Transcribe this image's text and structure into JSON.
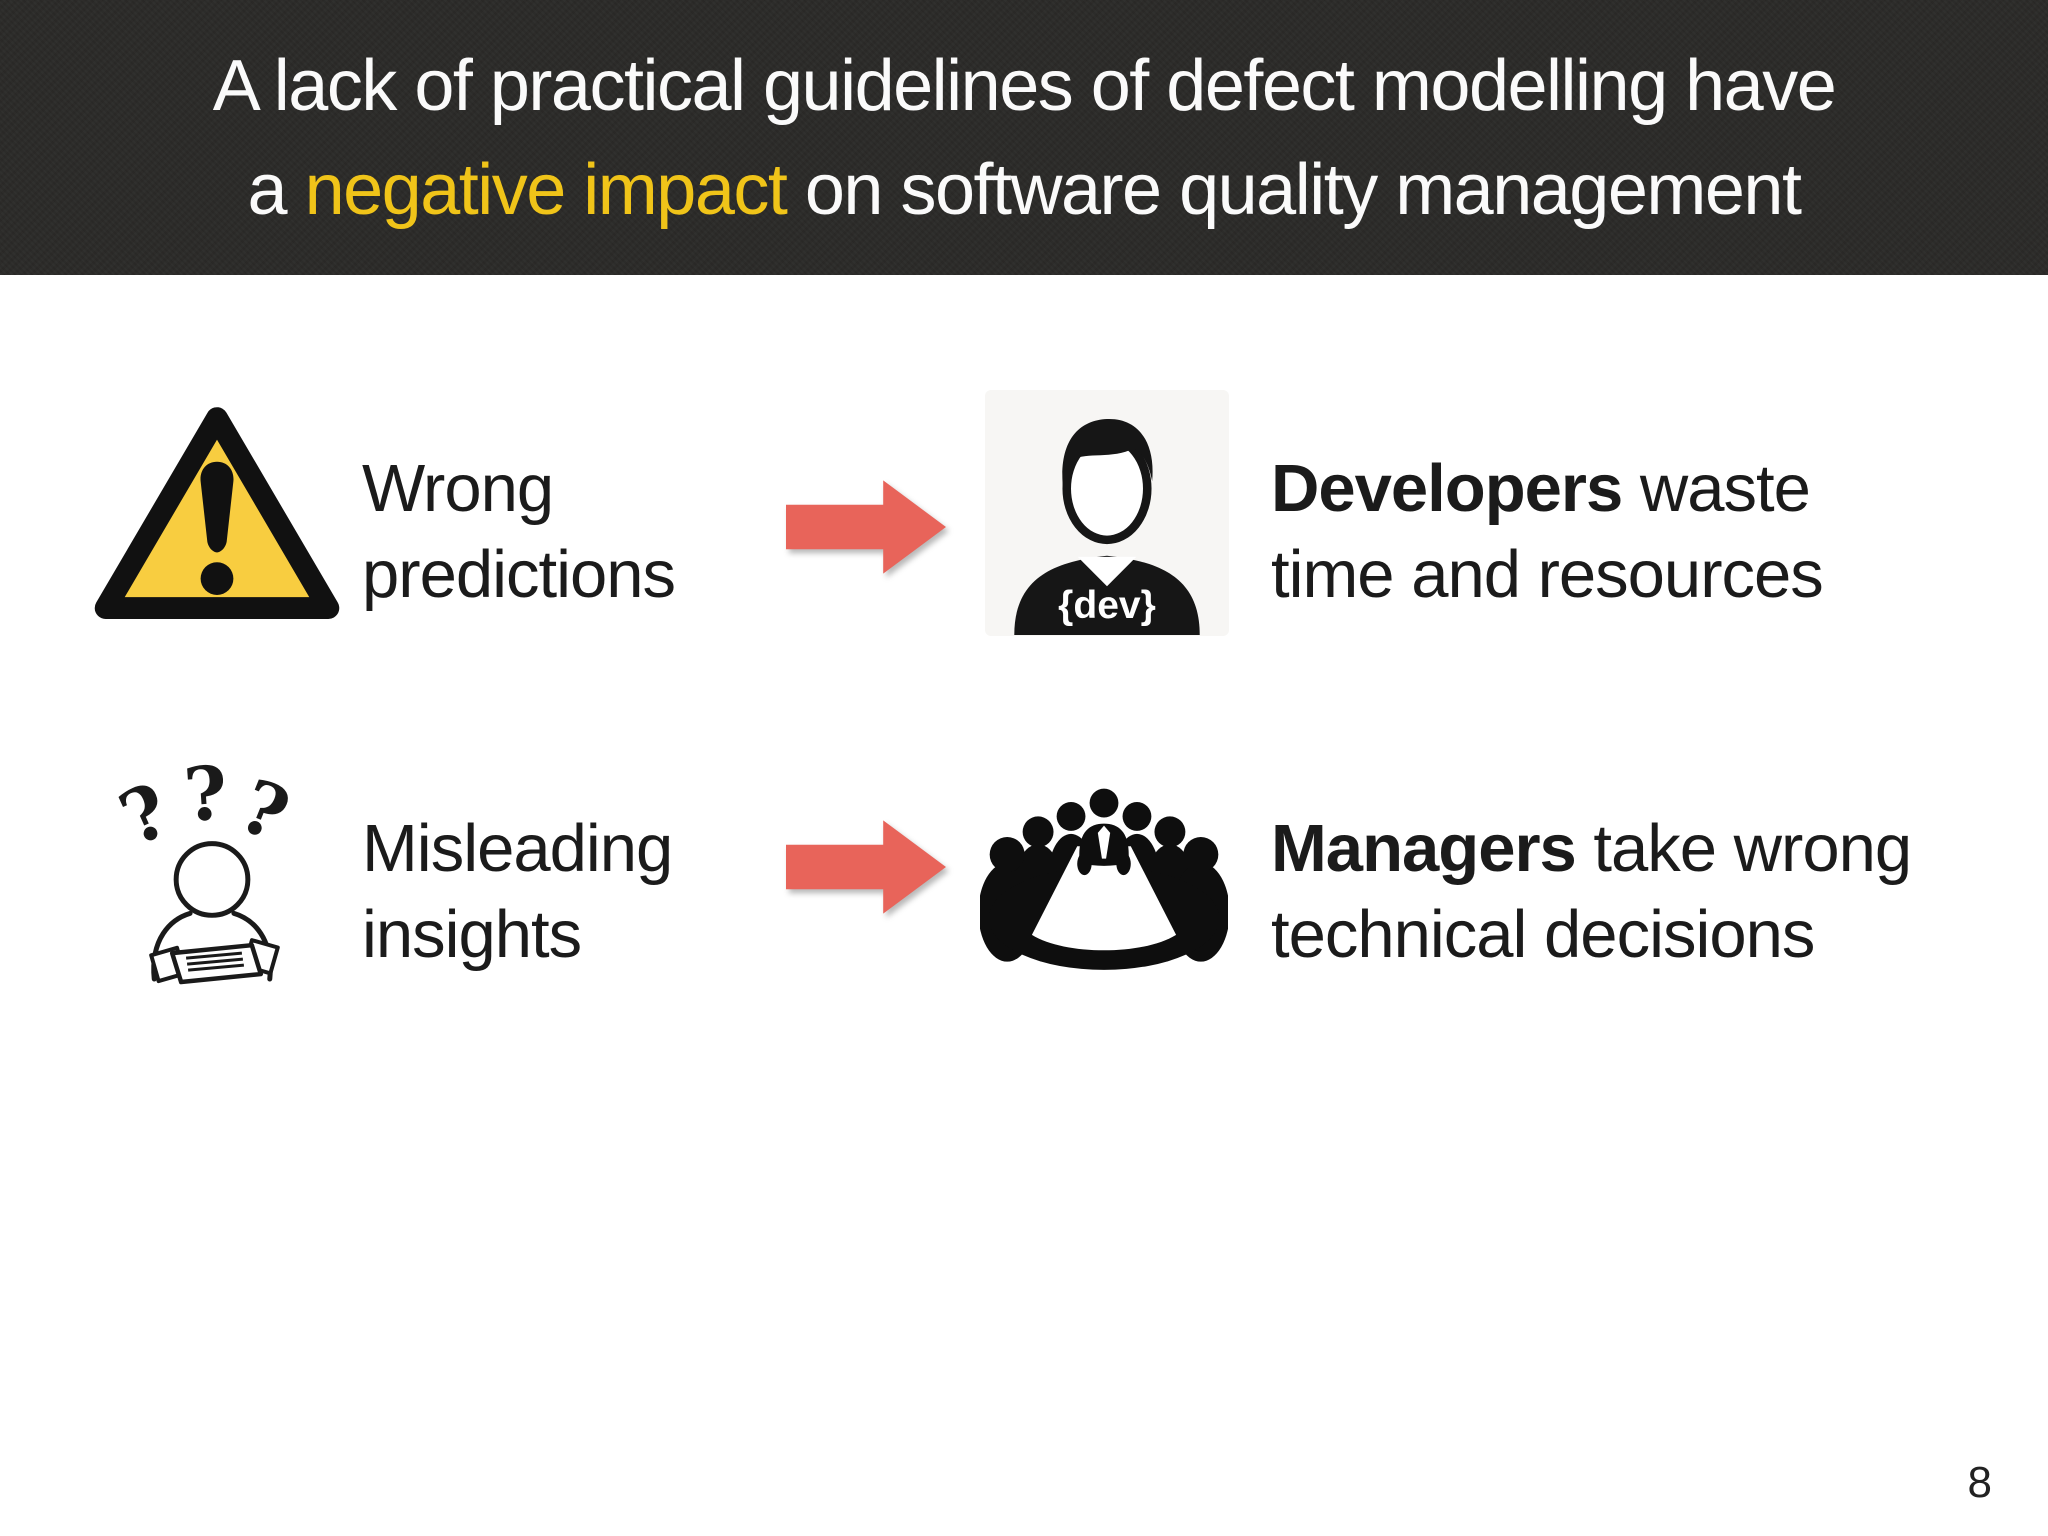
{
  "header": {
    "line1": "A lack of practical guidelines of defect modelling have",
    "line2_pre": "a ",
    "line2_highlight": "negative impact",
    "line2_post": " on software quality management"
  },
  "rows": [
    {
      "cause_icon": "warning-triangle-icon",
      "cause_line1": "Wrong",
      "cause_line2": "predictions",
      "effect_icon": "developer-icon",
      "effect_bold": "Developers",
      "effect_line1_rest": " waste",
      "effect_line2": "time and resources"
    },
    {
      "cause_icon": "confused-person-icon",
      "cause_line1": "Misleading",
      "cause_line2": "insights",
      "effect_icon": "managers-meeting-icon",
      "effect_bold": "Managers",
      "effect_line1_rest": " take wrong",
      "effect_line2": "technical decisions"
    }
  ],
  "icons": {
    "dev_shirt_label": "{dev}",
    "qmark": "?"
  },
  "page_number": "8",
  "colors": {
    "header_bg": "#2b2a28",
    "header_text": "#fafafa",
    "highlight": "#f0c419",
    "arrow": "#e8645a",
    "triangle_fill": "#f8cd40",
    "body_text": "#1b1b1b"
  }
}
